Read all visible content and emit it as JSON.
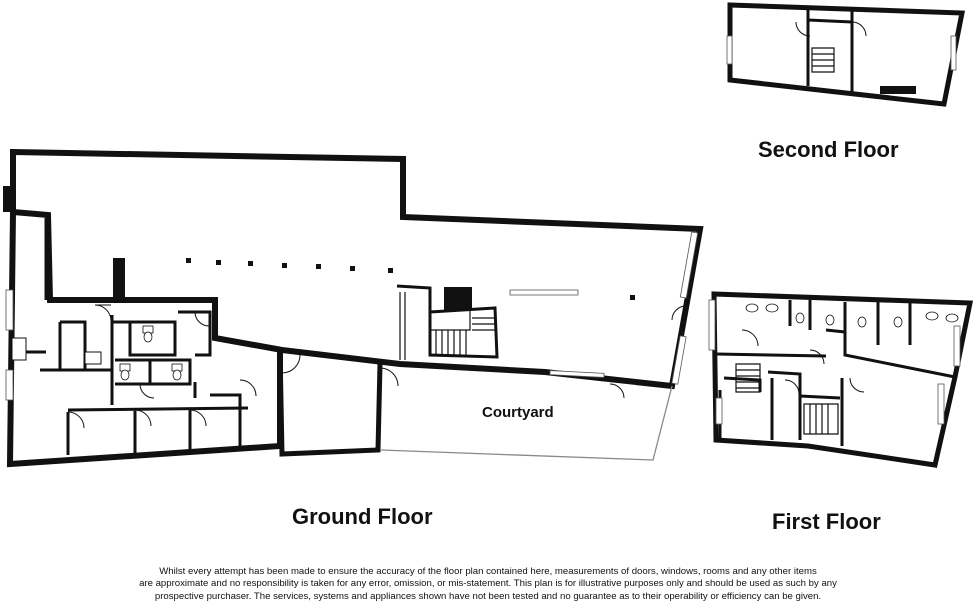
{
  "labels": {
    "ground_floor": "Ground Floor",
    "first_floor": "First Floor",
    "second_floor": "Second Floor",
    "courtyard": "Courtyard"
  },
  "disclaimer": [
    "Whilst every attempt has been made to ensure the accuracy of the floor plan contained here, measurements of doors, windows, rooms and any other items",
    "are approximate and no responsibility is taken for any error, omission, or mis-statement. This plan is for illustrative purposes only and should be used as such by any",
    "prospective purchaser. The services, systems and appliances shown have not been tested and no guarantee as to their operability or efficiency can be given."
  ],
  "colors": {
    "wall": "#111111",
    "background": "#ffffff",
    "courtyard_edge": "#888888"
  }
}
